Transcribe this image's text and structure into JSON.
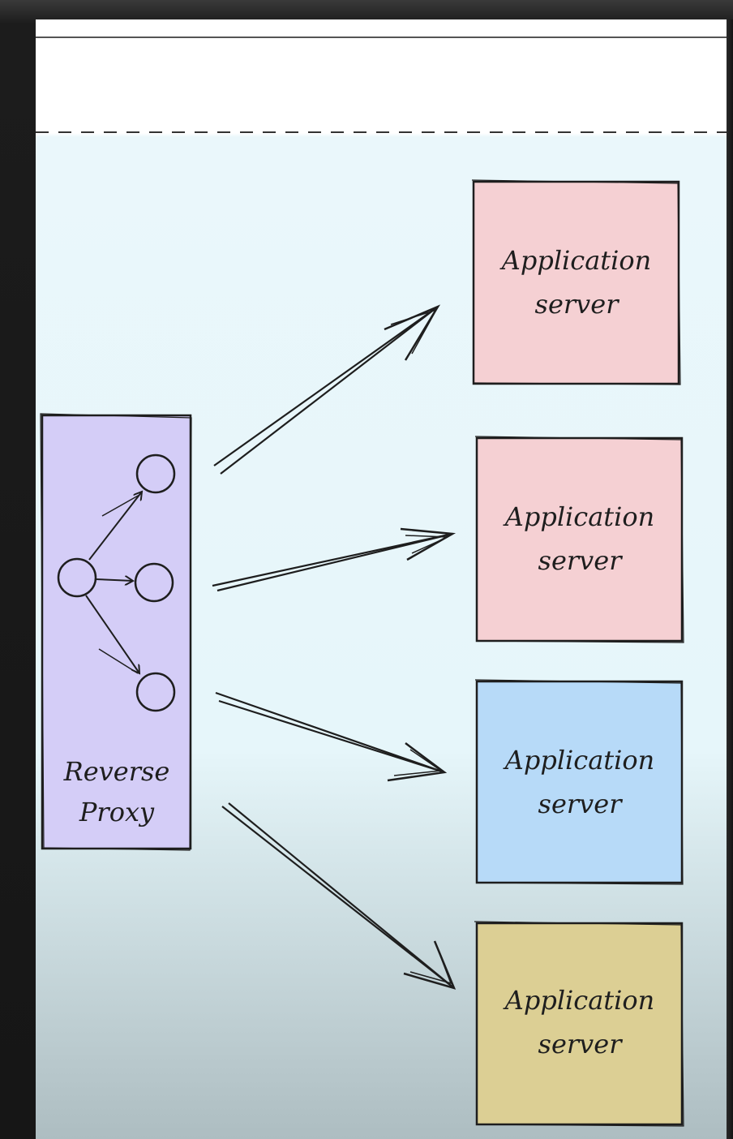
{
  "proxy": {
    "label_line1": "Reverse",
    "label_line2": "Proxy",
    "fill": "#d4cdf7"
  },
  "servers": [
    {
      "line1": "Application",
      "line2": "server",
      "fill": "#f5d0d3"
    },
    {
      "line1": "Application",
      "line2": "server",
      "fill": "#f5d0d3"
    },
    {
      "line1": "Application",
      "line2": "server",
      "fill": "#b7daf8"
    },
    {
      "line1": "Application",
      "line2": "server",
      "fill": "#dccf94"
    }
  ],
  "colors": {
    "stroke": "#1e1e1e",
    "background_top": "#ffffff",
    "background_zone": "#e6f6fa"
  }
}
